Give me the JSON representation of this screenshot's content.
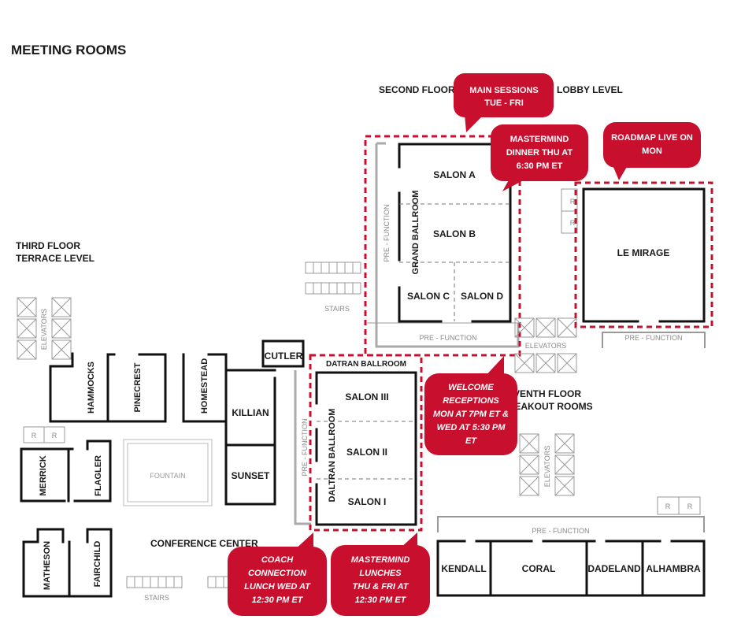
{
  "title": "MEETING ROOMS",
  "floors": {
    "second": "SECOND FLOOR",
    "lobby": "LOBBY LEVEL",
    "third_line1": "THIRD FLOOR",
    "third_line2": "TERRACE LEVEL",
    "seventh_line1": "SEVENTH FLOOR",
    "seventh_line2": "BREAKOUT ROOMS",
    "conference": "CONFERENCE CENTER"
  },
  "rooms": {
    "salon_a": "SALON A",
    "salon_b": "SALON B",
    "salon_c": "SALON C",
    "salon_d": "SALON D",
    "grand_ballroom": "GRAND BALLROOM",
    "le_mirage": "LE MIRAGE",
    "datran_header": "DATRAN BALLROOM",
    "daltran_ballroom": "DALTRAN BALLROOM",
    "salon_iii": "SALON III",
    "salon_ii": "SALON II",
    "salon_i": "SALON I",
    "cutler": "CUTLER",
    "hammocks": "HAMMOCKS",
    "pinecrest": "PINECREST",
    "homestead": "HOMESTEAD",
    "killian": "KILLIAN",
    "sunset": "SUNSET",
    "merrick": "MERRICK",
    "flagler": "FLAGLER",
    "fountain": "FOUNTAIN",
    "matheson": "MATHESON",
    "fairchild": "FAIRCHILD",
    "kendall": "KENDALL",
    "coral": "CORAL",
    "dadeland": "DADELAND",
    "alhambra": "ALHAMBRA"
  },
  "small_labels": {
    "pre_function": "PRE - FUNCTION",
    "stairs": "STAIRS",
    "elevators": "ELEVATORS",
    "restroom": "R"
  },
  "callouts": {
    "main_sessions": [
      "MAIN SESSIONS",
      "TUE - FRI"
    ],
    "mastermind_dinner": [
      "MASTERMIND",
      "DINNER THU AT",
      "6:30 PM ET"
    ],
    "roadmap_live": [
      "ROADMAP LIVE ON",
      "MON"
    ],
    "welcome_receptions": [
      "WELCOME",
      "RECEPTIONS",
      "MON AT 7PM ET &",
      "WED AT 5:30 PM",
      "ET"
    ],
    "coach_connection": [
      "COACH",
      "CONNECTION",
      "LUNCH WED AT",
      "12:30 PM ET"
    ],
    "mastermind_lunches": [
      "MASTERMIND",
      "LUNCHES",
      "THU & FRI AT",
      "12:30 PM ET"
    ]
  },
  "colors": {
    "accent": "#c8102e",
    "wall": "#111111",
    "muted": "#999999"
  }
}
